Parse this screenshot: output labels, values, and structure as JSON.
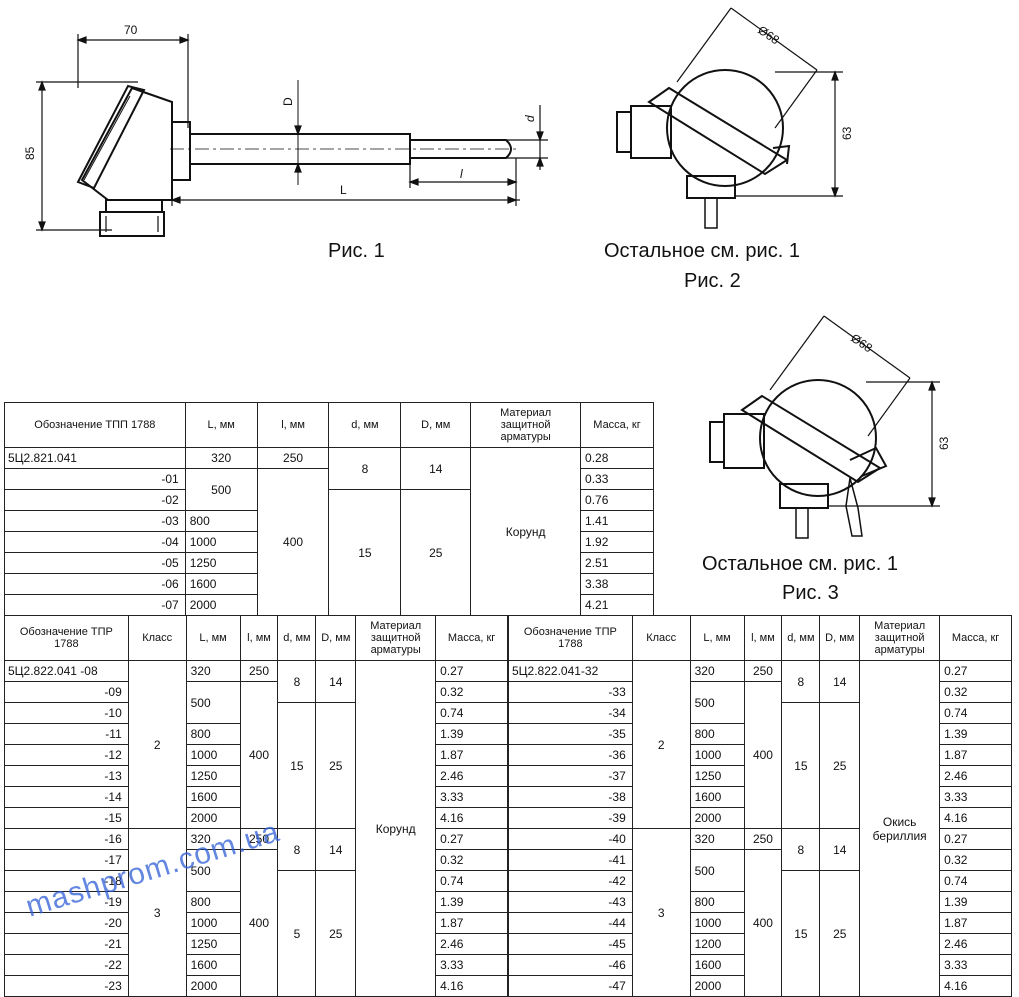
{
  "fig1": {
    "caption": "Рис. 1",
    "dim_width": "70",
    "dim_height": "85",
    "dim_D": "D",
    "dim_L": "L",
    "dim_l": "l",
    "dim_d": "d"
  },
  "fig2": {
    "note": "Остальное см. рис. 1",
    "caption": "Рис. 2",
    "dim_dia": "Ø68",
    "dim_h": "63"
  },
  "fig3": {
    "note": "Остальное см. рис. 1",
    "caption": "Рис. 3",
    "dim_dia": "Ø68",
    "dim_h": "63"
  },
  "table_tpp": {
    "headers": {
      "designation": "Обозначение ТПП 1788",
      "L": "L, мм",
      "l": "l, мм",
      "d": "d, мм",
      "D": "D, мм",
      "material": "Материал защитной арматуры",
      "mass": "Масса, кг"
    },
    "rows": [
      {
        "des": "5Ц2.821.041",
        "L": "320",
        "mass": "0.28"
      },
      {
        "des": "-01",
        "mass": "0.33"
      },
      {
        "des": "-02",
        "mass": "0.76"
      },
      {
        "des": "-03",
        "L": "800",
        "mass": "1.41"
      },
      {
        "des": "-04",
        "L": "1000",
        "mass": "1.92"
      },
      {
        "des": "-05",
        "L": "1250",
        "mass": "2.51"
      },
      {
        "des": "-06",
        "L": "1600",
        "mass": "3.38"
      },
      {
        "des": "-07",
        "L": "2000",
        "mass": "4.21"
      }
    ],
    "merged": {
      "L_500": "500",
      "l_250": "250",
      "l_400": "400",
      "d_8": "8",
      "d_15": "15",
      "D_14": "14",
      "D_25": "25",
      "material": "Корунд"
    }
  },
  "table_tpr_left": {
    "headers": {
      "designation": "Обозначение ТПР 1788",
      "class": "Класс",
      "L": "L, мм",
      "l": "l, мм",
      "d": "d, мм",
      "D": "D, мм",
      "material": "Материал защитной арматуры",
      "mass": "Масса, кг"
    },
    "rows": [
      {
        "des": "5Ц2.822.041 -08",
        "L": "320",
        "mass": "0.27"
      },
      {
        "des": "-09",
        "mass": "0.32"
      },
      {
        "des": "-10",
        "mass": "0.74"
      },
      {
        "des": "-11",
        "L": "800",
        "mass": "1.39"
      },
      {
        "des": "-12",
        "L": "1000",
        "mass": "1.87"
      },
      {
        "des": "-13",
        "L": "1250",
        "mass": "2.46"
      },
      {
        "des": "-14",
        "L": "1600",
        "mass": "3.33"
      },
      {
        "des": "-15",
        "L": "2000",
        "mass": "4.16"
      },
      {
        "des": "-16",
        "L": "320",
        "mass": "0.27"
      },
      {
        "des": "-17",
        "mass": "0.32"
      },
      {
        "des": "-18",
        "mass": "0.74"
      },
      {
        "des": "-19",
        "L": "800",
        "mass": "1.39"
      },
      {
        "des": "-20",
        "L": "1000",
        "mass": "1.87"
      },
      {
        "des": "-21",
        "L": "1250",
        "mass": "2.46"
      },
      {
        "des": "-22",
        "L": "1600",
        "mass": "3.33"
      },
      {
        "des": "-23",
        "L": "2000",
        "mass": "4.16"
      }
    ],
    "merged": {
      "class_2": "2",
      "class_3": "3",
      "L_500_a": "500",
      "L_500_b": "500",
      "l_250_a": "250",
      "l_250_b": "250",
      "l_400_a": "400",
      "l_400_b": "400",
      "d_8_a": "8",
      "d_8_b": "8",
      "d_15": "15",
      "d_5": "5",
      "D_14_a": "14",
      "D_14_b": "14",
      "D_25_a": "25",
      "D_25_b": "25",
      "material": "Корунд"
    }
  },
  "table_tpr_right": {
    "rows": [
      {
        "des": "5Ц2.822.041-32",
        "L": "320",
        "mass": "0.27"
      },
      {
        "des": "-33",
        "mass": "0.32"
      },
      {
        "des": "-34",
        "mass": "0.74"
      },
      {
        "des": "-35",
        "L": "800",
        "mass": "1.39"
      },
      {
        "des": "-36",
        "L": "1000",
        "mass": "1.87"
      },
      {
        "des": "-37",
        "L": "1250",
        "mass": "2.46"
      },
      {
        "des": "-38",
        "L": "1600",
        "mass": "3.33"
      },
      {
        "des": "-39",
        "L": "2000",
        "mass": "4.16"
      },
      {
        "des": "-40",
        "L": "320",
        "mass": "0.27"
      },
      {
        "des": "-41",
        "mass": "0.32"
      },
      {
        "des": "-42",
        "mass": "0.74"
      },
      {
        "des": "-43",
        "L": "800",
        "mass": "1.39"
      },
      {
        "des": "-44",
        "L": "1000",
        "mass": "1.87"
      },
      {
        "des": "-45",
        "L": "1200",
        "mass": "2.46"
      },
      {
        "des": "-46",
        "L": "1600",
        "mass": "3.33"
      },
      {
        "des": "-47",
        "L": "2000",
        "mass": "4.16"
      }
    ],
    "merged": {
      "class_2": "2",
      "class_3": "3",
      "L_500_a": "500",
      "L_500_b": "500",
      "l_250_a": "250",
      "l_250_b": "250",
      "l_400_a": "400",
      "l_400_b": "400",
      "d_8_a": "8",
      "d_8_b": "8",
      "d_15_a": "15",
      "d_15_b": "15",
      "D_14_a": "14",
      "D_14_b": "14",
      "D_25_a": "25",
      "D_25_b": "25",
      "material": "Окись бериллия"
    }
  },
  "watermark": "mashprom.com.ua"
}
